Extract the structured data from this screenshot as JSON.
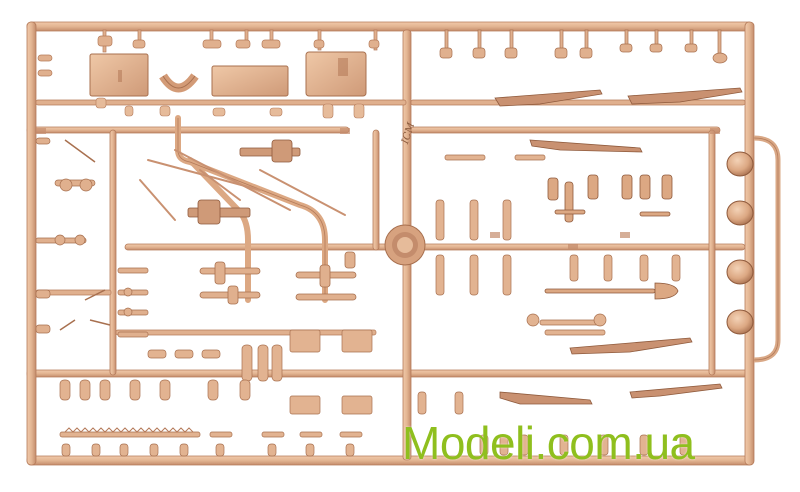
{
  "image": {
    "subject": "sprue",
    "colors": {
      "background": "#ffffff",
      "plastic": "#e3b592",
      "plastic_shade": "#c99171",
      "plastic_edge": "#b97f5e",
      "watermark": "#8fbf1e"
    }
  },
  "watermark": {
    "text": "Modeli.com.ua"
  },
  "maker_mark": {
    "text": "ICM"
  }
}
